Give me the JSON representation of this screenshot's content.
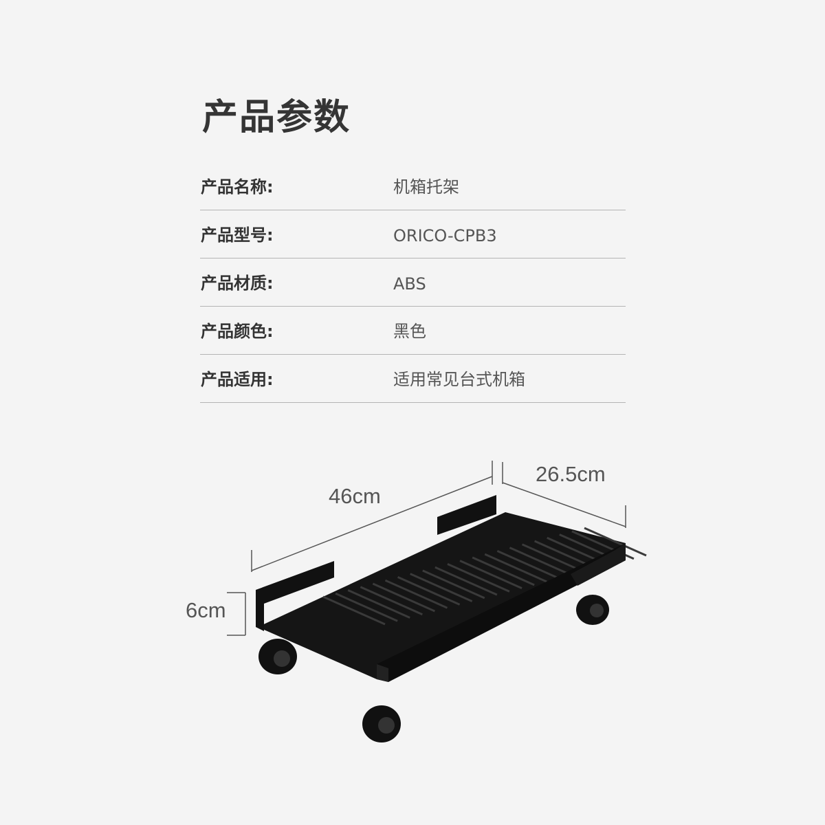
{
  "title": "产品参数",
  "specs": [
    {
      "label": "产品名称:",
      "value": "机箱托架"
    },
    {
      "label": "产品型号:",
      "value": "ORICO-CPB3"
    },
    {
      "label": "产品材质:",
      "value": "ABS"
    },
    {
      "label": "产品颜色:",
      "value": "黑色"
    },
    {
      "label": "产品适用:",
      "value": "适用常见台式机箱"
    }
  ],
  "dimensions": {
    "length": "46cm",
    "width": "26.5cm",
    "height": "6cm"
  },
  "colors": {
    "background": "#f4f4f4",
    "product": "#1a1a1a"
  }
}
